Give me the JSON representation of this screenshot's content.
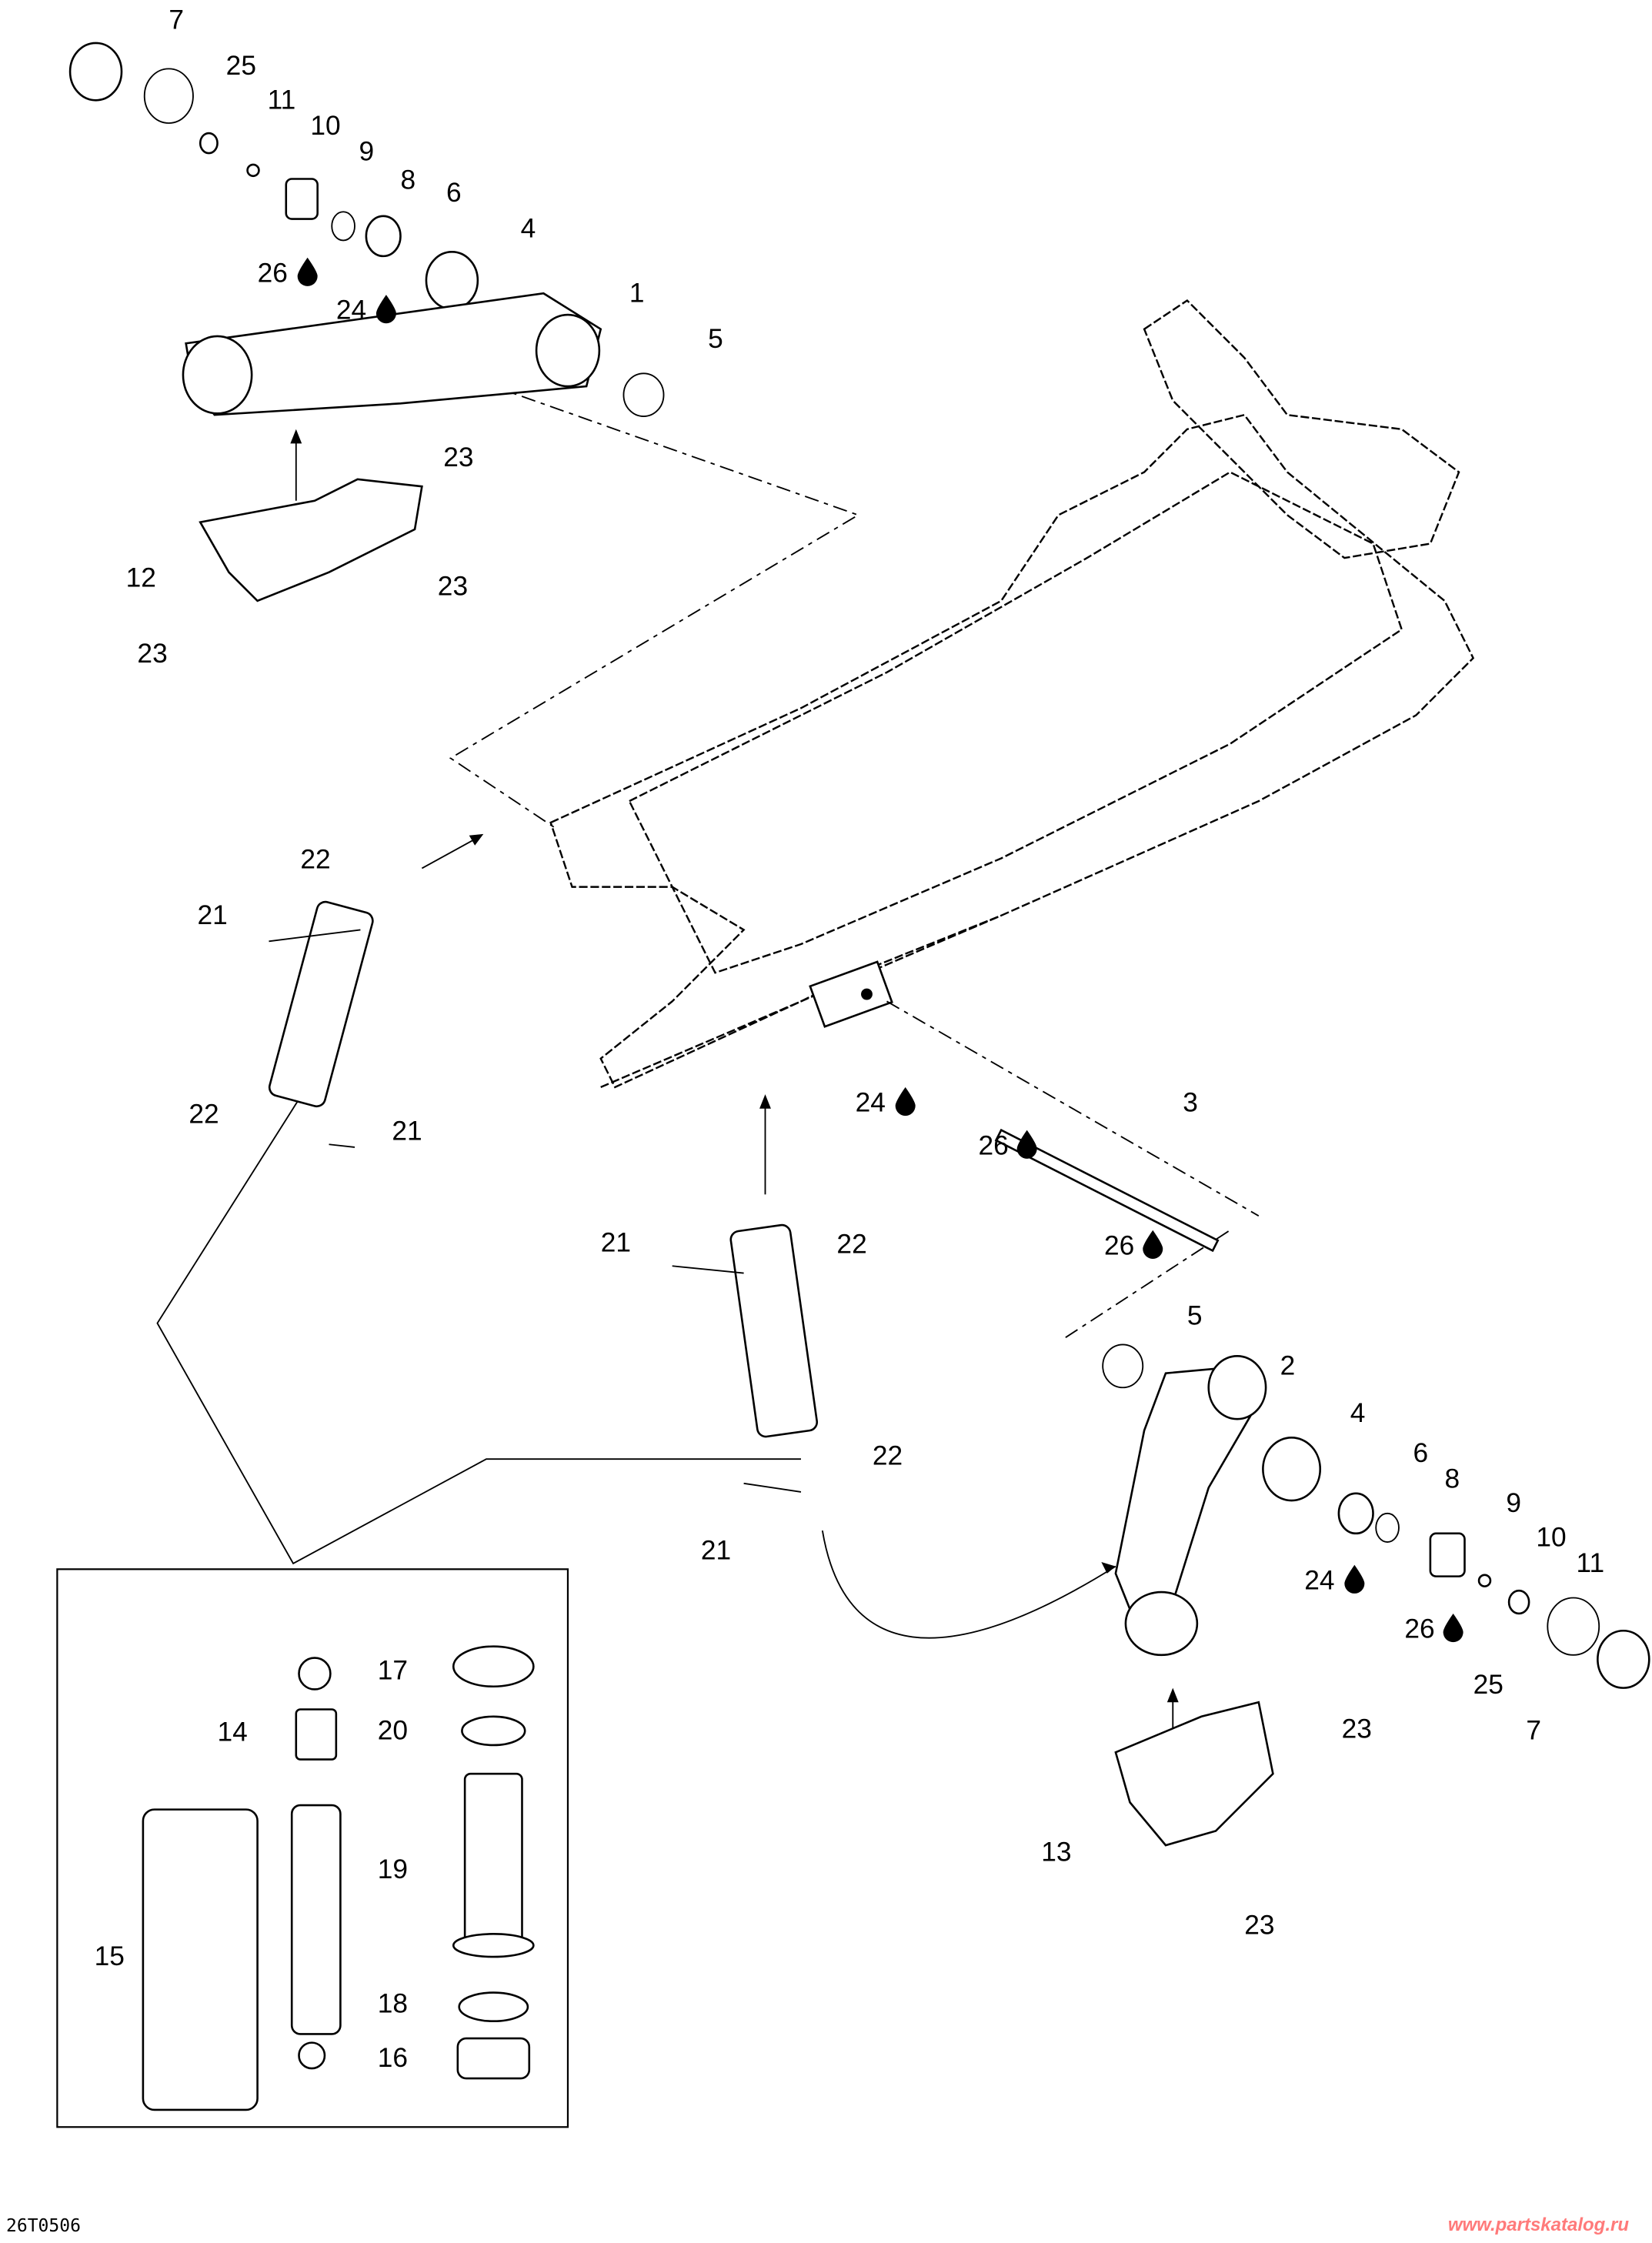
{
  "drawing_code": "26T0506",
  "watermark": "www.partskatalog.ru",
  "colors": {
    "lines": "#000000",
    "background": "#ffffff",
    "watermark": "#ff7a7a"
  },
  "lubricant_icon": "oil-drop-icon",
  "callouts": [
    "7",
    "25",
    "11",
    "10",
    "9",
    "8",
    "6",
    "26",
    "4",
    "24",
    "1",
    "5",
    "23",
    "12",
    "23",
    "23",
    "22",
    "21",
    "22",
    "21",
    "24",
    "3",
    "26",
    "21",
    "22",
    "26",
    "5",
    "2",
    "4",
    "6",
    "8",
    "9",
    "10",
    "11",
    "24",
    "26",
    "25",
    "7",
    "23",
    "13",
    "23",
    "22",
    "21",
    "17",
    "20",
    "19",
    "15",
    "18",
    "14",
    "16"
  ]
}
